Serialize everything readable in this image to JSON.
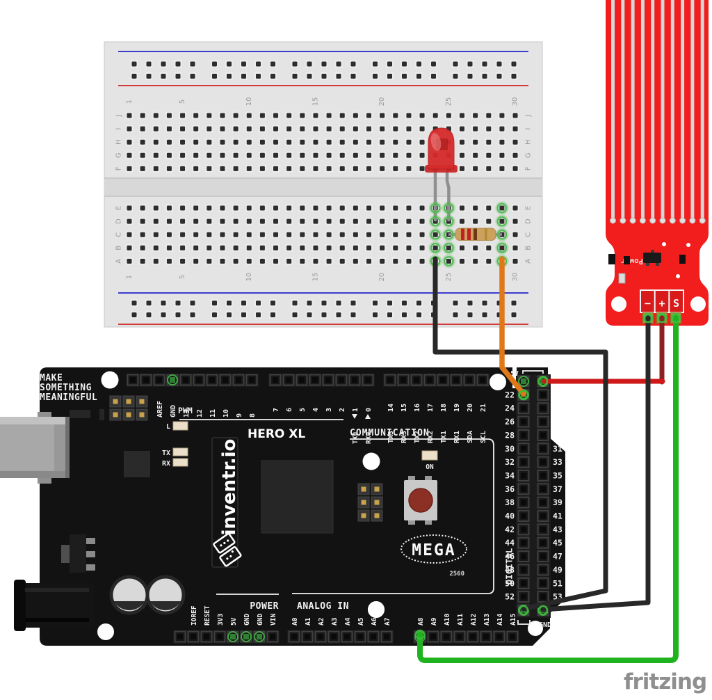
{
  "diagram": {
    "watermark": "fritzing"
  },
  "colors": {
    "highlight_green": "#4db84d",
    "wire_black": "#282828",
    "wire_orange": "#e07818",
    "wire_red": "#cf1818",
    "wire_dark_red": "#8e2020",
    "wire_green": "#1fb41f",
    "sensor_board_red": "#f21d1d",
    "led_red": "#d62b2b",
    "breadboard_rail_blue": "#3b3bd0",
    "breadboard_rail_red": "#d03b3b"
  },
  "breadboard": {
    "column_numbers": [
      "1",
      "5",
      "10",
      "15",
      "20",
      "25",
      "30"
    ],
    "row_letters_upper": [
      "J",
      "I",
      "H",
      "G",
      "F"
    ],
    "row_letters_lower": [
      "E",
      "D",
      "C",
      "B",
      "A"
    ],
    "highlight_columns": [
      24,
      25,
      29
    ]
  },
  "sensor": {
    "silkscreen_label": "Power",
    "pin_labels": [
      "−",
      "+",
      "S"
    ]
  },
  "arduino": {
    "slogan_lines": [
      "MAKE",
      "SOMETHING",
      "MEANINGFUL"
    ],
    "board_name": "HERO XL",
    "brand": "inventr.io",
    "chip_badge": "MEGA",
    "chip_number": "2560",
    "led_labels": {
      "l": "L",
      "tx": "TX",
      "rx": "RX",
      "on": "ON"
    },
    "section_labels": {
      "pwm": "PWM",
      "communication": "COMMUNICATION",
      "digital": "DIGITAL",
      "power": "POWER",
      "analog_in": "ANALOG IN",
      "five_v": "5V",
      "gnd": "GND"
    },
    "pin_labels": {
      "top_a": [
        "AREF",
        "GND",
        "13",
        "12",
        "11",
        "10",
        "9",
        "8"
      ],
      "top_b": [
        "7",
        "6",
        "5",
        "4",
        "3",
        "2",
        "1",
        "0"
      ],
      "serial_markers": [
        "TX0",
        "RX0"
      ],
      "comm_numbers": [
        "14",
        "15",
        "16",
        "17",
        "18",
        "19",
        "20",
        "21"
      ],
      "comm_names": [
        "TX3",
        "RX3",
        "TX2",
        "RX2",
        "TX1",
        "RX1",
        "SDA",
        "SCL"
      ],
      "digital_left": [
        "22",
        "24",
        "26",
        "28",
        "30",
        "32",
        "34",
        "36",
        "38",
        "40",
        "42",
        "44",
        "46",
        "48",
        "50",
        "52"
      ],
      "digital_right": [
        "31",
        "33",
        "35",
        "37",
        "39",
        "41",
        "43",
        "45",
        "47",
        "49",
        "51",
        "53"
      ],
      "power": [
        "IOREF",
        "RESET",
        "3V3",
        "5V",
        "GND",
        "GND",
        "VIN"
      ],
      "analog_a": [
        "A0",
        "A1",
        "A2",
        "A3",
        "A4",
        "A5",
        "A6",
        "A7"
      ],
      "analog_b": [
        "A8",
        "A9",
        "A10",
        "A11",
        "A12",
        "A13",
        "A14",
        "A15"
      ]
    }
  },
  "wires": [
    {
      "name": "breadboard-gnd-to-arduino-gnd",
      "color": "#282828"
    },
    {
      "name": "sensor-minus-to-arduino-gnd",
      "color": "#282828"
    },
    {
      "name": "breadboard-to-pin-22",
      "color": "#e07818"
    },
    {
      "name": "arduino-5v-to-sensor-plus",
      "color": "#cf1818",
      "color_segment2": "#8e2020"
    },
    {
      "name": "sensor-signal-to-a8",
      "color": "#1fb41f"
    }
  ]
}
